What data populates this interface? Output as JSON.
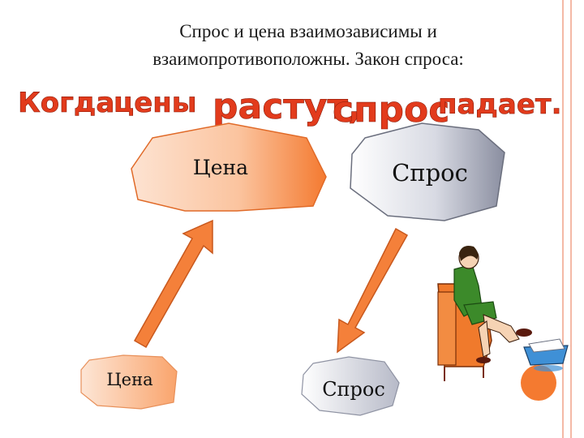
{
  "title": {
    "line1": "Спрос и цена взаимозависимы  и",
    "line2": "взаимопротивоположны. Закон спроса:"
  },
  "law_text": [
    "Когда",
    "цены",
    "растут,",
    "спрос",
    "падает."
  ],
  "shapes": {
    "price_big": "Цена",
    "demand_big": "Спрос",
    "price_small": "Цена",
    "demand_small": "Спрос"
  },
  "colors": {
    "law_text": "#e23b1c",
    "orange": "#f4803a",
    "peach": "#fbd4bc",
    "gray_dark": "#8a8ea0",
    "side_line": "#f4b9a6"
  },
  "icons": {
    "up_arrow": "arrow-up-right",
    "down_arrow": "arrow-down-left",
    "clipart": "woman-in-armchair-foot-bath"
  }
}
